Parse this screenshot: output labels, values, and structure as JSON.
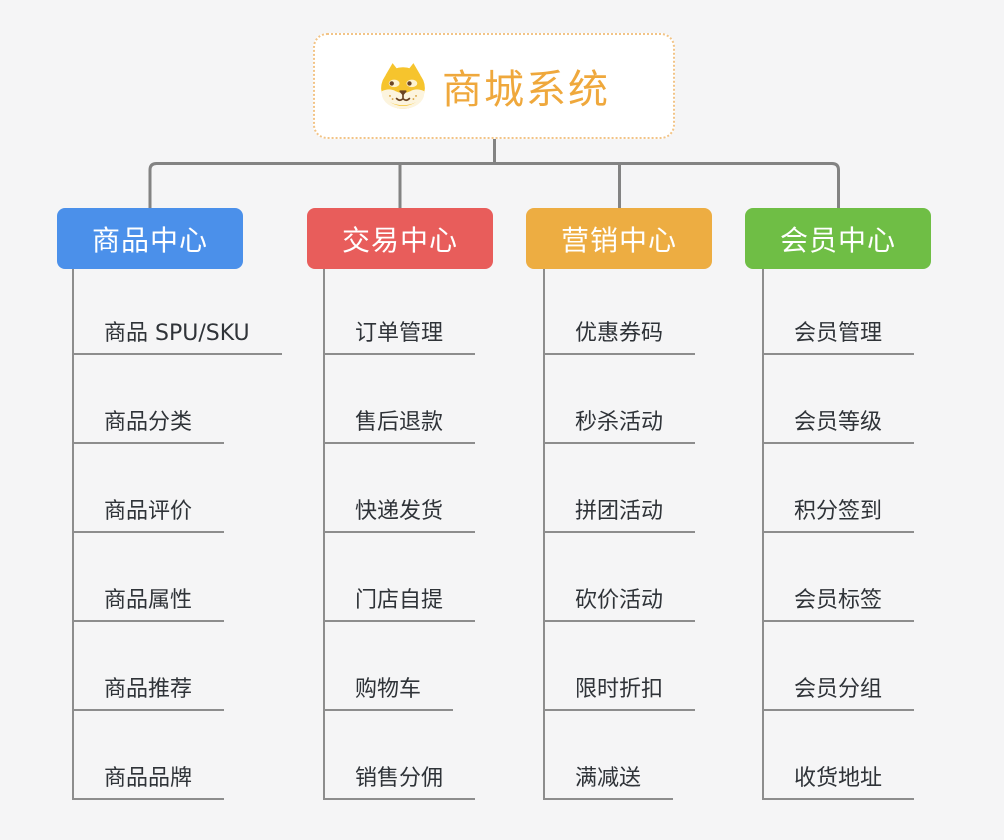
{
  "root": {
    "title": "商城系统",
    "icon": "shiba-dog-icon",
    "title_color": "#efa83c",
    "border_color": "#f2c487"
  },
  "style": {
    "background": "#f5f5f6",
    "connector_color": "#838383",
    "line_color": "#8d8d8d",
    "leaf_text_color": "#2f3338"
  },
  "branches": [
    {
      "label": "商品中心",
      "color": "#4b90ea",
      "items": [
        "商品 SPU/SKU",
        "商品分类",
        "商品评价",
        "商品属性",
        "商品推荐",
        "商品品牌"
      ]
    },
    {
      "label": "交易中心",
      "color": "#e85d5b",
      "items": [
        "订单管理",
        "售后退款",
        "快递发货",
        "门店自提",
        "购物车",
        "销售分佣"
      ]
    },
    {
      "label": "营销中心",
      "color": "#edad42",
      "items": [
        "优惠券码",
        "秒杀活动",
        "拼团活动",
        "砍价活动",
        "限时折扣",
        "满减送"
      ]
    },
    {
      "label": "会员中心",
      "color": "#6fbe45",
      "items": [
        "会员管理",
        "会员等级",
        "积分签到",
        "会员标签",
        "会员分组",
        "收货地址"
      ]
    }
  ]
}
